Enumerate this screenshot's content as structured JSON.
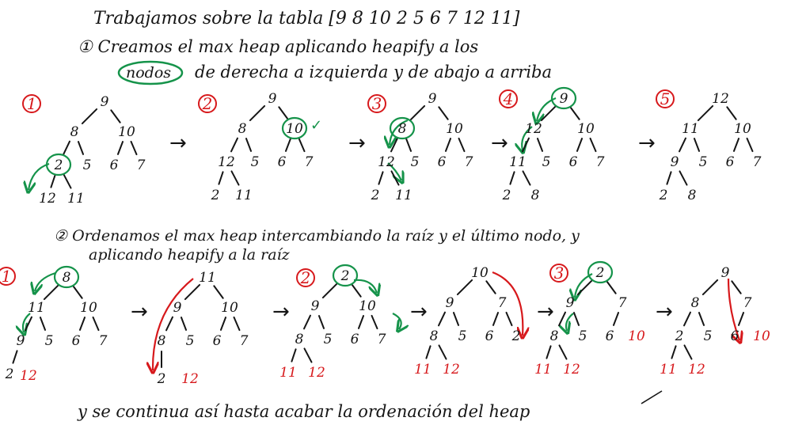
{
  "colors": {
    "ink": "#151515",
    "red": "#d7191c",
    "green": "#15934a"
  },
  "texts": {
    "title": "Trabajamos sobre la tabla [9 8 10 2 5 6 7 12 11]",
    "step1_line1": "① Creamos el max heap aplicando heapify a los",
    "step1_line2": "de derecha a izquierda y de abajo a arriba",
    "step1_circled": "nodos",
    "step2_line1": "② Ordenamos el max heap intercambiando la raíz y el último nodo, y",
    "step2_line2": "aplicando heapify a la raíz",
    "footer": "y se continua así hasta acabar la ordenación del heap"
  },
  "trees": [
    {
      "id": "r1-t1",
      "step": "1",
      "nodes": [
        {
          "id": "a",
          "label": "9"
        },
        {
          "id": "b",
          "label": "8"
        },
        {
          "id": "c",
          "label": "10"
        },
        {
          "id": "d",
          "label": "2"
        },
        {
          "id": "e",
          "label": "5"
        },
        {
          "id": "f",
          "label": "6"
        },
        {
          "id": "g",
          "label": "7"
        },
        {
          "id": "h",
          "label": "12"
        },
        {
          "id": "i",
          "label": "11"
        }
      ],
      "edges": [
        [
          "a",
          "b"
        ],
        [
          "a",
          "c"
        ],
        [
          "b",
          "d"
        ],
        [
          "b",
          "e"
        ],
        [
          "c",
          "f"
        ],
        [
          "c",
          "g"
        ],
        [
          "d",
          "h"
        ],
        [
          "d",
          "i"
        ]
      ],
      "circled": [
        "d"
      ]
    },
    {
      "id": "r1-t2",
      "step": "2",
      "nodes": [
        {
          "id": "a",
          "label": "9"
        },
        {
          "id": "b",
          "label": "8"
        },
        {
          "id": "c",
          "label": "10"
        },
        {
          "id": "d",
          "label": "12"
        },
        {
          "id": "e",
          "label": "5"
        },
        {
          "id": "f",
          "label": "6"
        },
        {
          "id": "g",
          "label": "7"
        },
        {
          "id": "h",
          "label": "2"
        },
        {
          "id": "i",
          "label": "11"
        }
      ],
      "edges": [
        [
          "a",
          "b"
        ],
        [
          "a",
          "c"
        ],
        [
          "b",
          "d"
        ],
        [
          "b",
          "e"
        ],
        [
          "c",
          "f"
        ],
        [
          "c",
          "g"
        ],
        [
          "d",
          "h"
        ],
        [
          "d",
          "i"
        ]
      ],
      "circled": [
        "c"
      ],
      "check": "✓"
    },
    {
      "id": "r1-t3",
      "step": "3",
      "nodes": [
        {
          "id": "a",
          "label": "9"
        },
        {
          "id": "b",
          "label": "8"
        },
        {
          "id": "c",
          "label": "10"
        },
        {
          "id": "d",
          "label": "12"
        },
        {
          "id": "e",
          "label": "5"
        },
        {
          "id": "f",
          "label": "6"
        },
        {
          "id": "g",
          "label": "7"
        },
        {
          "id": "h",
          "label": "2"
        },
        {
          "id": "i",
          "label": "11"
        }
      ],
      "edges": [
        [
          "a",
          "b"
        ],
        [
          "a",
          "c"
        ],
        [
          "b",
          "d"
        ],
        [
          "b",
          "e"
        ],
        [
          "c",
          "f"
        ],
        [
          "c",
          "g"
        ],
        [
          "d",
          "h"
        ],
        [
          "d",
          "i"
        ]
      ],
      "circled": [
        "b"
      ]
    },
    {
      "id": "r1-t4",
      "step": "4",
      "nodes": [
        {
          "id": "a",
          "label": "9"
        },
        {
          "id": "b",
          "label": "12"
        },
        {
          "id": "c",
          "label": "10"
        },
        {
          "id": "d",
          "label": "11"
        },
        {
          "id": "e",
          "label": "5"
        },
        {
          "id": "f",
          "label": "6"
        },
        {
          "id": "g",
          "label": "7"
        },
        {
          "id": "h",
          "label": "2"
        },
        {
          "id": "i",
          "label": "8"
        }
      ],
      "edges": [
        [
          "a",
          "b"
        ],
        [
          "a",
          "c"
        ],
        [
          "b",
          "d"
        ],
        [
          "b",
          "e"
        ],
        [
          "c",
          "f"
        ],
        [
          "c",
          "g"
        ],
        [
          "d",
          "h"
        ],
        [
          "d",
          "i"
        ]
      ],
      "circled": [
        "a"
      ]
    },
    {
      "id": "r1-t5",
      "step": "5",
      "nodes": [
        {
          "id": "a",
          "label": "12"
        },
        {
          "id": "b",
          "label": "11"
        },
        {
          "id": "c",
          "label": "10"
        },
        {
          "id": "d",
          "label": "9"
        },
        {
          "id": "e",
          "label": "5"
        },
        {
          "id": "f",
          "label": "6"
        },
        {
          "id": "g",
          "label": "7"
        },
        {
          "id": "h",
          "label": "2"
        },
        {
          "id": "i",
          "label": "8"
        }
      ],
      "edges": [
        [
          "a",
          "b"
        ],
        [
          "a",
          "c"
        ],
        [
          "b",
          "d"
        ],
        [
          "b",
          "e"
        ],
        [
          "c",
          "f"
        ],
        [
          "c",
          "g"
        ],
        [
          "d",
          "h"
        ],
        [
          "d",
          "i"
        ]
      ],
      "circled": []
    },
    {
      "id": "r2-t1",
      "step": "1",
      "nodes": [
        {
          "id": "a",
          "label": "8"
        },
        {
          "id": "b",
          "label": "11"
        },
        {
          "id": "c",
          "label": "10"
        },
        {
          "id": "d",
          "label": "9"
        },
        {
          "id": "e",
          "label": "5"
        },
        {
          "id": "f",
          "label": "6"
        },
        {
          "id": "g",
          "label": "7"
        },
        {
          "id": "h",
          "label": "2"
        },
        {
          "id": "i",
          "label": "12",
          "red": true
        }
      ],
      "edges": [
        [
          "a",
          "b"
        ],
        [
          "a",
          "c"
        ],
        [
          "b",
          "d"
        ],
        [
          "b",
          "e"
        ],
        [
          "c",
          "f"
        ],
        [
          "c",
          "g"
        ],
        [
          "d",
          "h"
        ]
      ],
      "circled": [
        "a"
      ]
    },
    {
      "id": "r2-t2",
      "step": "",
      "nodes": [
        {
          "id": "a",
          "label": "11"
        },
        {
          "id": "b",
          "label": "9"
        },
        {
          "id": "c",
          "label": "10"
        },
        {
          "id": "d",
          "label": "8"
        },
        {
          "id": "e",
          "label": "5"
        },
        {
          "id": "f",
          "label": "6"
        },
        {
          "id": "g",
          "label": "7"
        },
        {
          "id": "h",
          "label": "2"
        },
        {
          "id": "i",
          "label": "12",
          "red": true
        }
      ],
      "edges": [
        [
          "a",
          "b"
        ],
        [
          "a",
          "c"
        ],
        [
          "b",
          "d"
        ],
        [
          "b",
          "e"
        ],
        [
          "c",
          "f"
        ],
        [
          "c",
          "g"
        ],
        [
          "d",
          "h"
        ]
      ],
      "circled": []
    },
    {
      "id": "r2-t3",
      "step": "2",
      "nodes": [
        {
          "id": "a",
          "label": "2"
        },
        {
          "id": "b",
          "label": "9"
        },
        {
          "id": "c",
          "label": "10"
        },
        {
          "id": "d",
          "label": "8"
        },
        {
          "id": "e",
          "label": "5"
        },
        {
          "id": "f",
          "label": "6"
        },
        {
          "id": "g",
          "label": "7"
        },
        {
          "id": "h",
          "label": "11",
          "red": true
        },
        {
          "id": "i",
          "label": "12",
          "red": true
        }
      ],
      "edges": [
        [
          "a",
          "b"
        ],
        [
          "a",
          "c"
        ],
        [
          "b",
          "d"
        ],
        [
          "b",
          "e"
        ],
        [
          "c",
          "f"
        ],
        [
          "c",
          "g"
        ],
        [
          "d",
          "h"
        ],
        [
          "d",
          "i"
        ]
      ],
      "circled": [
        "a"
      ]
    },
    {
      "id": "r2-t4",
      "step": "",
      "nodes": [
        {
          "id": "a",
          "label": "10"
        },
        {
          "id": "b",
          "label": "9"
        },
        {
          "id": "c",
          "label": "7"
        },
        {
          "id": "d",
          "label": "8"
        },
        {
          "id": "e",
          "label": "5"
        },
        {
          "id": "f",
          "label": "6"
        },
        {
          "id": "g",
          "label": "2"
        },
        {
          "id": "h",
          "label": "11",
          "red": true
        },
        {
          "id": "i",
          "label": "12",
          "red": true
        }
      ],
      "edges": [
        [
          "a",
          "b"
        ],
        [
          "a",
          "c"
        ],
        [
          "b",
          "d"
        ],
        [
          "b",
          "e"
        ],
        [
          "c",
          "f"
        ],
        [
          "c",
          "g"
        ],
        [
          "d",
          "h"
        ],
        [
          "d",
          "i"
        ]
      ],
      "circled": []
    },
    {
      "id": "r2-t5",
      "step": "3",
      "nodes": [
        {
          "id": "a",
          "label": "2"
        },
        {
          "id": "b",
          "label": "9"
        },
        {
          "id": "c",
          "label": "7"
        },
        {
          "id": "d",
          "label": "8"
        },
        {
          "id": "e",
          "label": "5"
        },
        {
          "id": "f",
          "label": "6"
        },
        {
          "id": "g",
          "label": "10",
          "red": true
        },
        {
          "id": "h",
          "label": "11",
          "red": true
        },
        {
          "id": "i",
          "label": "12",
          "red": true
        }
      ],
      "edges": [
        [
          "a",
          "b"
        ],
        [
          "a",
          "c"
        ],
        [
          "b",
          "d"
        ],
        [
          "b",
          "e"
        ],
        [
          "c",
          "f"
        ],
        [
          "d",
          "h"
        ],
        [
          "d",
          "i"
        ]
      ],
      "circled": [
        "a"
      ]
    },
    {
      "id": "r2-t6",
      "step": "",
      "nodes": [
        {
          "id": "a",
          "label": "9"
        },
        {
          "id": "b",
          "label": "8"
        },
        {
          "id": "c",
          "label": "7"
        },
        {
          "id": "d",
          "label": "2"
        },
        {
          "id": "e",
          "label": "5"
        },
        {
          "id": "f",
          "label": "6"
        },
        {
          "id": "g",
          "label": "10",
          "red": true
        },
        {
          "id": "h",
          "label": "11",
          "red": true
        },
        {
          "id": "i",
          "label": "12",
          "red": true
        }
      ],
      "edges": [
        [
          "a",
          "b"
        ],
        [
          "a",
          "c"
        ],
        [
          "b",
          "d"
        ],
        [
          "b",
          "e"
        ],
        [
          "c",
          "f"
        ],
        [
          "d",
          "h"
        ],
        [
          "d",
          "i"
        ]
      ],
      "circled": []
    }
  ],
  "arrow_glyph": "→"
}
